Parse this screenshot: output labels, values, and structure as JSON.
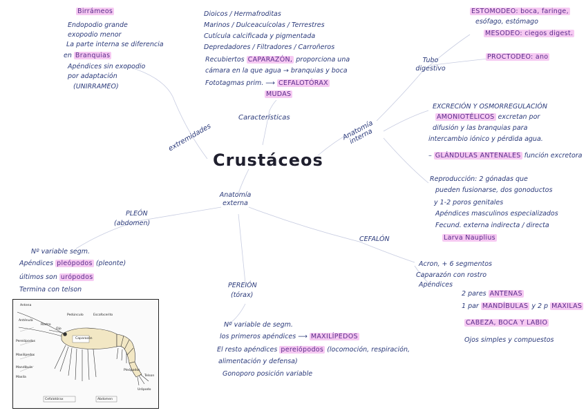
{
  "title": "Crustáceos",
  "branches": {
    "caracteristicas": "Características",
    "extremidades": "extremidades",
    "anatomia_interna": "Anatomía interna",
    "anatomia_externa": "Anatomía externa",
    "tubo_digestivo": "Tubo digestivo",
    "pleon": "PLEÓN",
    "pleon_sub": "(abdomen)",
    "cefalon": "CEFALÓN",
    "pereion": "PEREIÓN",
    "pereion_sub": "(tórax)"
  },
  "extremidades": {
    "heading": "Birrámeos",
    "lines": [
      "Endopodio grande",
      "exopodio menor",
      "La parte interna se diferencia",
      "en",
      "Apéndices sin exopodio",
      "por adaptación",
      "(UNIRRAMEO)"
    ],
    "branquias": "Branquias"
  },
  "caracteristicas": {
    "lines": [
      "Dioicos / Hermafroditas",
      "Marinos / Dulceacuícolas / Terrestres",
      "Cutícula calcificada y pigmentada",
      "Depredadores / Filtradores / Carroñeros",
      "Recubiertos",
      "proporciona una",
      "cámara en la que agua → branquias y boca",
      "Fototagmas prim. ⟶"
    ],
    "caparazon": "CAPARAZÓN,",
    "cefalotorax": "CEFALOTÓRAX",
    "mudas": "MUDAS"
  },
  "tubo_digestivo": {
    "estomodeo": "ESTOMODEO: boca, faringe,",
    "estomodeo_2": "esófago, estómago",
    "mesodeo": "MESODEO: ciegos digest.",
    "proctodeo": "PROCTODEO: ano"
  },
  "anatomia_interna": {
    "excrecion": "EXCRECIÓN Y OSMORREGULACIÓN",
    "amoniotelicos": "AMONIOTÉLICOS",
    "excrecion_lines": [
      "excretan por",
      "difusión y las branquias para",
      "intercambio iónico y pérdida agua."
    ],
    "glandulas": "GLÁNDULAS ANTENALES",
    "glandulas_rest": "función excretora",
    "reproduccion_lines": [
      "Reproducción: 2 gónadas que",
      "pueden fusionarse, dos gonoductos",
      "y 1-2 poros genitales",
      "Apéndices masculinos especializados",
      "Fecund. externa indirecta / directa"
    ],
    "larva": "Larva Nauplius"
  },
  "pleon": {
    "lines": [
      "Nº variable segm.",
      "Apéndices",
      "(pleonte)",
      "últimos son",
      "Termina con telson"
    ],
    "pleopodos": "pleópodos",
    "uropodos": "urópodos"
  },
  "cefalon": {
    "lines": [
      "Acron, + 6 segmentos",
      "Caparazón con rostro",
      "Apéndices"
    ],
    "items": {
      "antenas_prefix": "2 pares",
      "antenas": "ANTENAS",
      "mand_prefix": "1 par",
      "mandibulas": "MANDÍBULAS",
      "mand_mid": "y 2 p",
      "maxilas": "MAXILAS",
      "cabeza": "CABEZA, BOCA Y LABIO",
      "ojos": "Ojos simples y compuestos"
    }
  },
  "pereion": {
    "lines": [
      "Nº variable de segm.",
      "los primeros apéndices ⟶",
      "El resto apéndices",
      "(locomoción, respiración,",
      "alimentación y defensa)",
      "Gonoporo posición variable"
    ],
    "maxilipedos": "MAXILÍPEDOS",
    "pereiopodos": "pereiópodos"
  },
  "figure": {
    "labels": [
      "Antena",
      "Anténula",
      "Pedúnculo",
      "Ojo",
      "Escafocerito",
      "Pereiópodos",
      "Maxilípedos",
      "Pleópodos",
      "Telson",
      "Urópodo",
      "Cefalotórax",
      "Abdomen",
      "Caparazón",
      "Rostro",
      "Mandíbula",
      "Maxila"
    ]
  }
}
